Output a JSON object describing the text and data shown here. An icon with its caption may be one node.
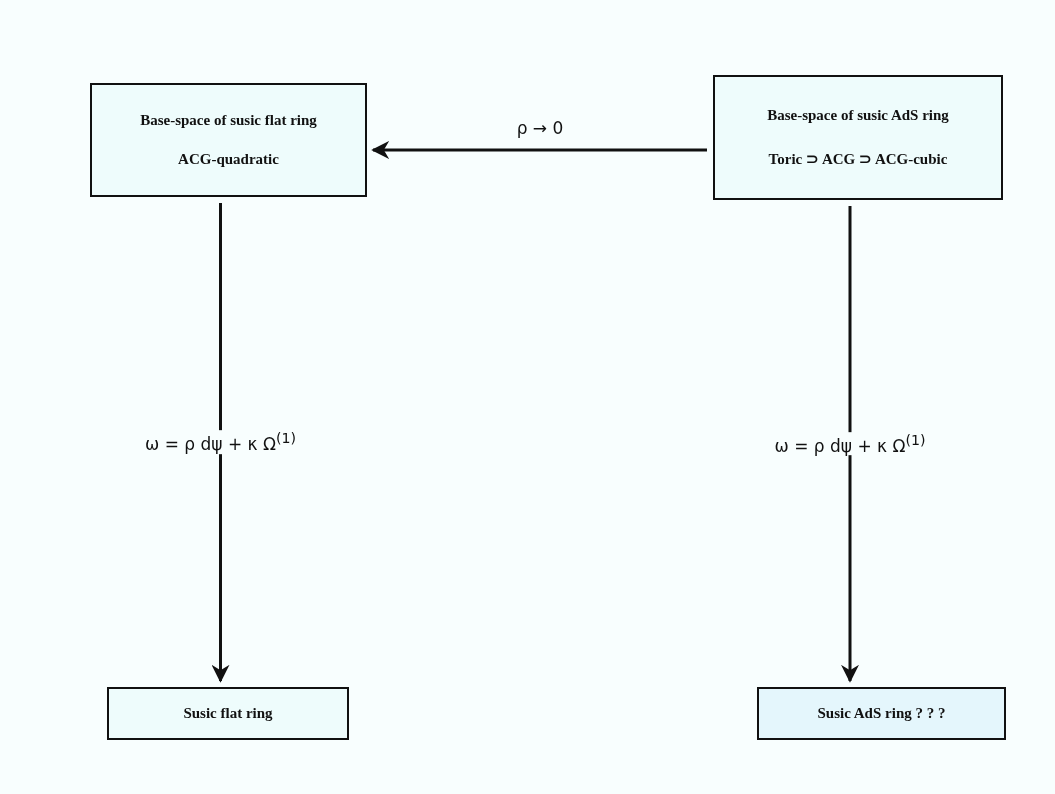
{
  "diagram": {
    "nodes": [
      {
        "text": [
          "Base-space of susic flat ring",
          "ACG-quadratic"
        ]
      },
      {
        "text": [
          "Base-space of susic AdS ring",
          "Toric ⊃ ACG ⊃ ACG-cubic"
        ]
      },
      {
        "text": [
          "Susic flat ring"
        ]
      },
      {
        "text": [
          "Susic AdS ring ? ? ?"
        ]
      }
    ],
    "edges": [
      {
        "from": 1,
        "to": 0,
        "arrow": "to",
        "label": "ρ → 0"
      },
      {
        "from": 0,
        "to": 2,
        "arrow": "to",
        "label": "ω = ρ dψ + κ Ω$^{(1)}$"
      },
      {
        "from": 1,
        "to": 3,
        "arrow": "to",
        "label": "ω = ρ dψ + κ Ω$^{(1)}$"
      }
    ]
  }
}
